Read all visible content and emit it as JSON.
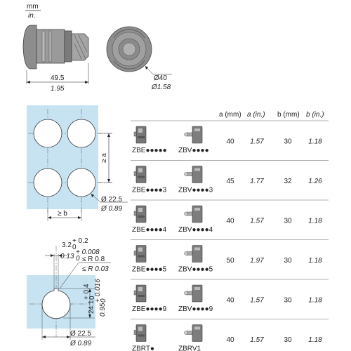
{
  "units": {
    "primary": "mm",
    "secondary": "in."
  },
  "side_view": {
    "length_mm": "49.5",
    "length_in": "1.95"
  },
  "front_view": {
    "diameter_mm": "Ø40",
    "diameter_in": "Ø1.58"
  },
  "hole_pattern": {
    "a_label": "≥ a",
    "b_label": "≥ b",
    "hole_mm": "Ø 22.5",
    "hole_in": "Ø 0.89"
  },
  "detail_hole": {
    "notch_width_mm": "3.2",
    "notch_width_mm_tol_upper": "+ 0.2",
    "notch_width_mm_tol_lower": "0",
    "notch_width_in": "0.13",
    "notch_width_in_tol_upper": "+ 0.008",
    "notch_width_in_tol_lower": "0",
    "radius_mm": "≤ R 0.8",
    "radius_in": "≤ R 0.03",
    "height_mm": "24.1",
    "height_mm_tol_upper": "+ 0.4",
    "height_mm_tol_lower": "0",
    "height_in": "0.95",
    "height_in_tol_upper": "+ 0.016",
    "height_in_tol_lower": "0",
    "hole_mm": "Ø 22.5",
    "hole_in": "Ø 0.89"
  },
  "table": {
    "headers": [
      "a (mm)",
      "a (in.)",
      "b (mm)",
      "b (in.)"
    ],
    "rows": [
      {
        "zbe": "ZBE●●●●●",
        "zbv": "ZBV●●●●",
        "a_mm": "40",
        "a_in": "1.57",
        "b_mm": "30",
        "b_in": "1.18"
      },
      {
        "zbe": "ZBE●●●●3",
        "zbv": "ZBV●●●●3",
        "a_mm": "45",
        "a_in": "1.77",
        "b_mm": "32",
        "b_in": "1.26"
      },
      {
        "zbe": "ZBE●●●●4",
        "zbv": "ZBV●●●●4",
        "a_mm": "40",
        "a_in": "1.57",
        "b_mm": "30",
        "b_in": "1.18"
      },
      {
        "zbe": "ZBE●●●●5",
        "zbv": "ZBV●●●●5",
        "a_mm": "50",
        "a_in": "1.97",
        "b_mm": "30",
        "b_in": "1.18"
      },
      {
        "zbe": "ZBE●●●●9",
        "zbv": "ZBV●●●●9",
        "a_mm": "40",
        "a_in": "1.57",
        "b_mm": "30",
        "b_in": "1.18"
      },
      {
        "zbe": "ZBRT●",
        "zbv": "ZBRV1",
        "a_mm": "40",
        "a_in": "1.57",
        "b_mm": "30",
        "b_in": "1.18"
      }
    ]
  },
  "colors": {
    "panel": "#c7e3f2",
    "rule": "#b0b0b0",
    "part": "#888888"
  }
}
